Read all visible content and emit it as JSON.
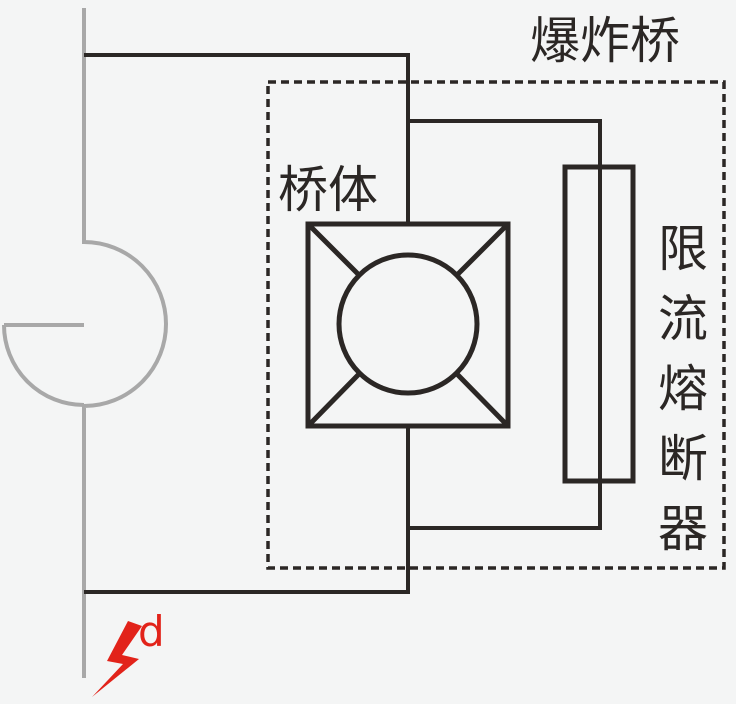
{
  "labels": {
    "detonator_bridge": "爆炸桥",
    "bridge_body": "桥体",
    "current_limiting_fuse_chars": [
      "限",
      "流",
      "熔",
      "断",
      "器"
    ],
    "fault_symbol_letter": "d"
  },
  "colors": {
    "background": "#f4f5f5",
    "ink": "#2b2725",
    "gray_wire": "#a8a8a8",
    "fault_red": "#e2231a"
  },
  "icons": {
    "fault": "lightning-bolt-icon"
  }
}
